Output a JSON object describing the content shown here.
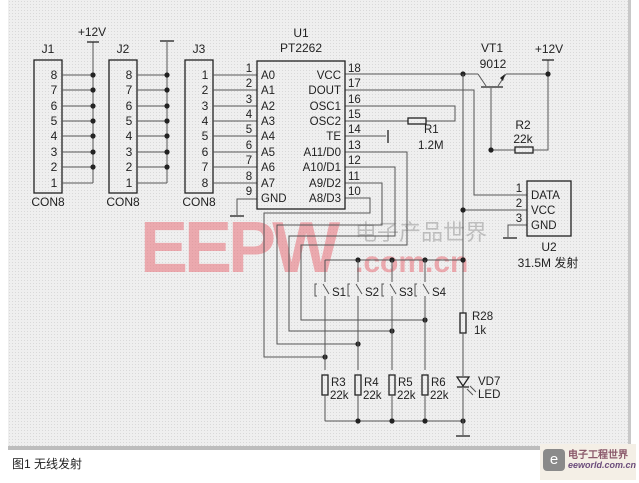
{
  "connectors": [
    {
      "ref": "J1",
      "type": "CON8",
      "pins": [
        "8",
        "7",
        "6",
        "5",
        "4",
        "3",
        "2",
        "1"
      ]
    },
    {
      "ref": "J2",
      "type": "CON8",
      "pins": [
        "8",
        "7",
        "6",
        "5",
        "4",
        "3",
        "2",
        "1"
      ]
    },
    {
      "ref": "J3",
      "type": "CON8",
      "pins": [
        "1",
        "2",
        "3",
        "4",
        "5",
        "6",
        "7",
        "8"
      ]
    }
  ],
  "power_label": "+12V",
  "u1": {
    "ref": "U1",
    "part": "PT2262",
    "left_pins": [
      {
        "num": "1",
        "name": "A0"
      },
      {
        "num": "2",
        "name": "A1"
      },
      {
        "num": "3",
        "name": "A2"
      },
      {
        "num": "4",
        "name": "A3"
      },
      {
        "num": "5",
        "name": "A4"
      },
      {
        "num": "6",
        "name": "A5"
      },
      {
        "num": "7",
        "name": "A6"
      },
      {
        "num": "8",
        "name": "A7"
      },
      {
        "num": "9",
        "name": "GND"
      }
    ],
    "right_pins": [
      {
        "num": "18",
        "name": "VCC"
      },
      {
        "num": "17",
        "name": "DOUT"
      },
      {
        "num": "16",
        "name": "OSC1"
      },
      {
        "num": "15",
        "name": "OSC2"
      },
      {
        "num": "14",
        "name": "TE"
      },
      {
        "num": "13",
        "name": "A11/D0"
      },
      {
        "num": "12",
        "name": "A10/D1"
      },
      {
        "num": "11",
        "name": "A9/D2"
      },
      {
        "num": "10",
        "name": "A8/D3"
      }
    ]
  },
  "r1": {
    "ref": "R1",
    "value": "1.2M"
  },
  "vt1": {
    "ref": "VT1",
    "part": "9012"
  },
  "vt1_power": "+12V",
  "r2": {
    "ref": "R2",
    "value": "22k"
  },
  "u2": {
    "ref": "U2",
    "desc": "31.5M 发射",
    "pins": [
      {
        "num": "1",
        "name": "DATA"
      },
      {
        "num": "2",
        "name": "VCC"
      },
      {
        "num": "3",
        "name": "GND"
      }
    ]
  },
  "switches": [
    "S1",
    "S2",
    "S3",
    "S4"
  ],
  "resistors": [
    {
      "ref": "R3",
      "value": "22k"
    },
    {
      "ref": "R4",
      "value": "22k"
    },
    {
      "ref": "R5",
      "value": "22k"
    },
    {
      "ref": "R6",
      "value": "22k"
    }
  ],
  "r28": {
    "ref": "R28",
    "value": "1k"
  },
  "vd7": {
    "ref": "VD7",
    "value": "LED"
  },
  "watermark": {
    "big": "EEPW",
    "domain": ".com.cn",
    "cn": "电子产品世界"
  },
  "caption": "图1  无线发射",
  "logo": {
    "cn": "电子工程世界",
    "domain": "eeworld.com.cn"
  }
}
